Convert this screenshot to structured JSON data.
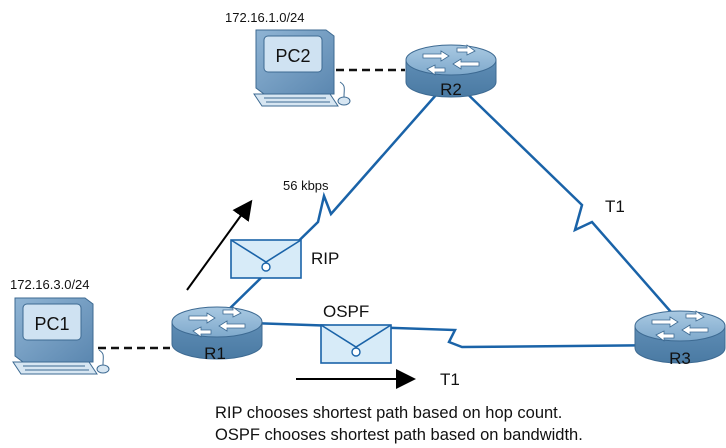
{
  "pcs": {
    "pc1": {
      "name": "PC1",
      "network": "172.16.3.0/24"
    },
    "pc2": {
      "name": "PC2",
      "network": "172.16.1.0/24"
    }
  },
  "routers": {
    "r1": {
      "name": "R1"
    },
    "r2": {
      "name": "R2"
    },
    "r3": {
      "name": "R3"
    }
  },
  "links": {
    "r1_r2": {
      "label": "56 kbps"
    },
    "r2_r3": {
      "label": "T1"
    },
    "r1_r3": {
      "label": "T1"
    }
  },
  "protocols": {
    "rip": {
      "label": "RIP"
    },
    "ospf": {
      "label": "OSPF"
    }
  },
  "caption": {
    "line1": "RIP chooses shortest path based on hop count.",
    "line2": "OSPF chooses shortest path based on bandwidth."
  },
  "colors": {
    "link": "#1a63a8",
    "router": "#6f9fc4",
    "envelope": "#d7ebf8"
  }
}
